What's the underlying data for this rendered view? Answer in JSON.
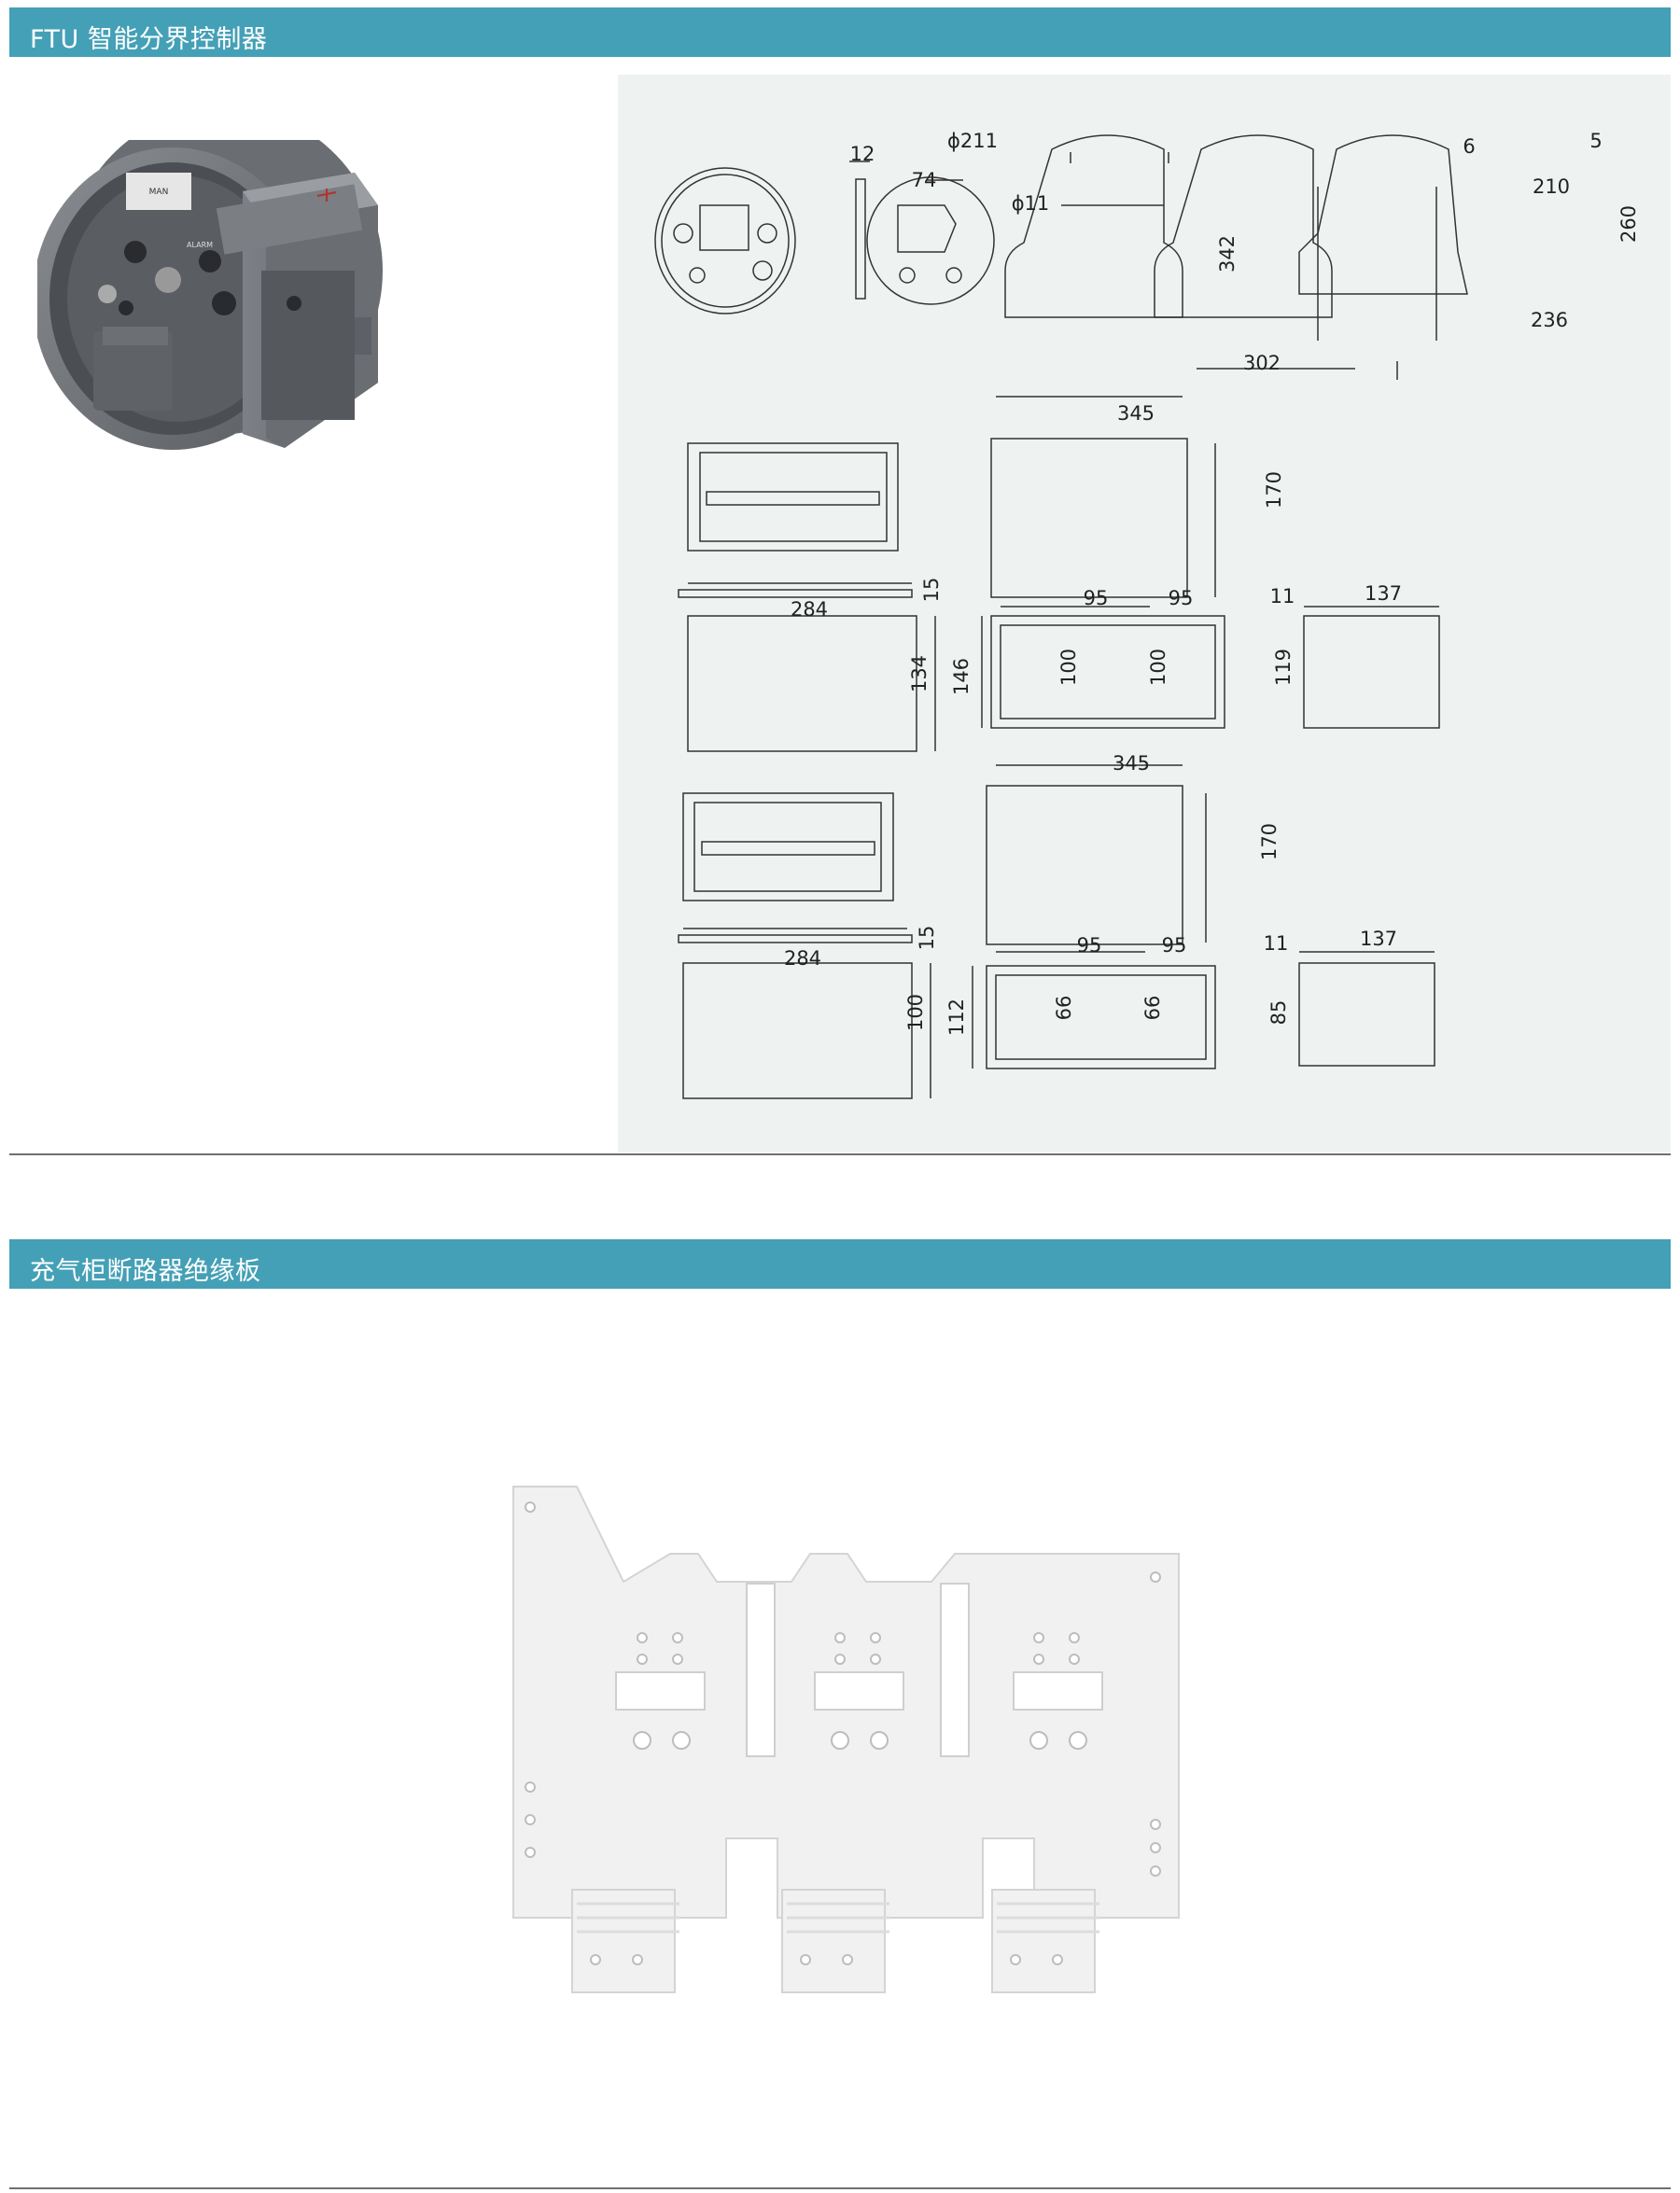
{
  "sections": [
    {
      "title": "FTU 智能分界控制器"
    },
    {
      "title": "充气柜断路器绝缘板"
    }
  ],
  "ftu_photo": {
    "labels": {
      "alarm": "ALARM",
      "man": "MAN"
    }
  },
  "drawing": {
    "dims": {
      "w12": "12",
      "phi211": "ϕ211",
      "d74": "74",
      "phi11": "ϕ11",
      "h342": "342",
      "w302": "302",
      "d6": "6",
      "d5": "5",
      "w210": "210",
      "w236": "236",
      "h260": "260",
      "a345": "345",
      "a170": "170",
      "a15": "15",
      "a284": "284",
      "a95a": "95",
      "a95b": "95",
      "a11": "11",
      "a137": "137",
      "a146": "146",
      "a134": "134",
      "a100a": "100",
      "a100b": "100",
      "a119": "119",
      "b345": "345",
      "b170": "170",
      "b15": "15",
      "b284": "284",
      "b95a": "95",
      "b95b": "95",
      "b11": "11",
      "b137": "137",
      "b112": "112",
      "b100": "100",
      "b66a": "66",
      "b66b": "66",
      "b85": "85"
    }
  },
  "colors": {
    "section_bar": "#44a0b6",
    "drawing_panel": "#eef3f1",
    "rule": "#6f6f6f"
  }
}
